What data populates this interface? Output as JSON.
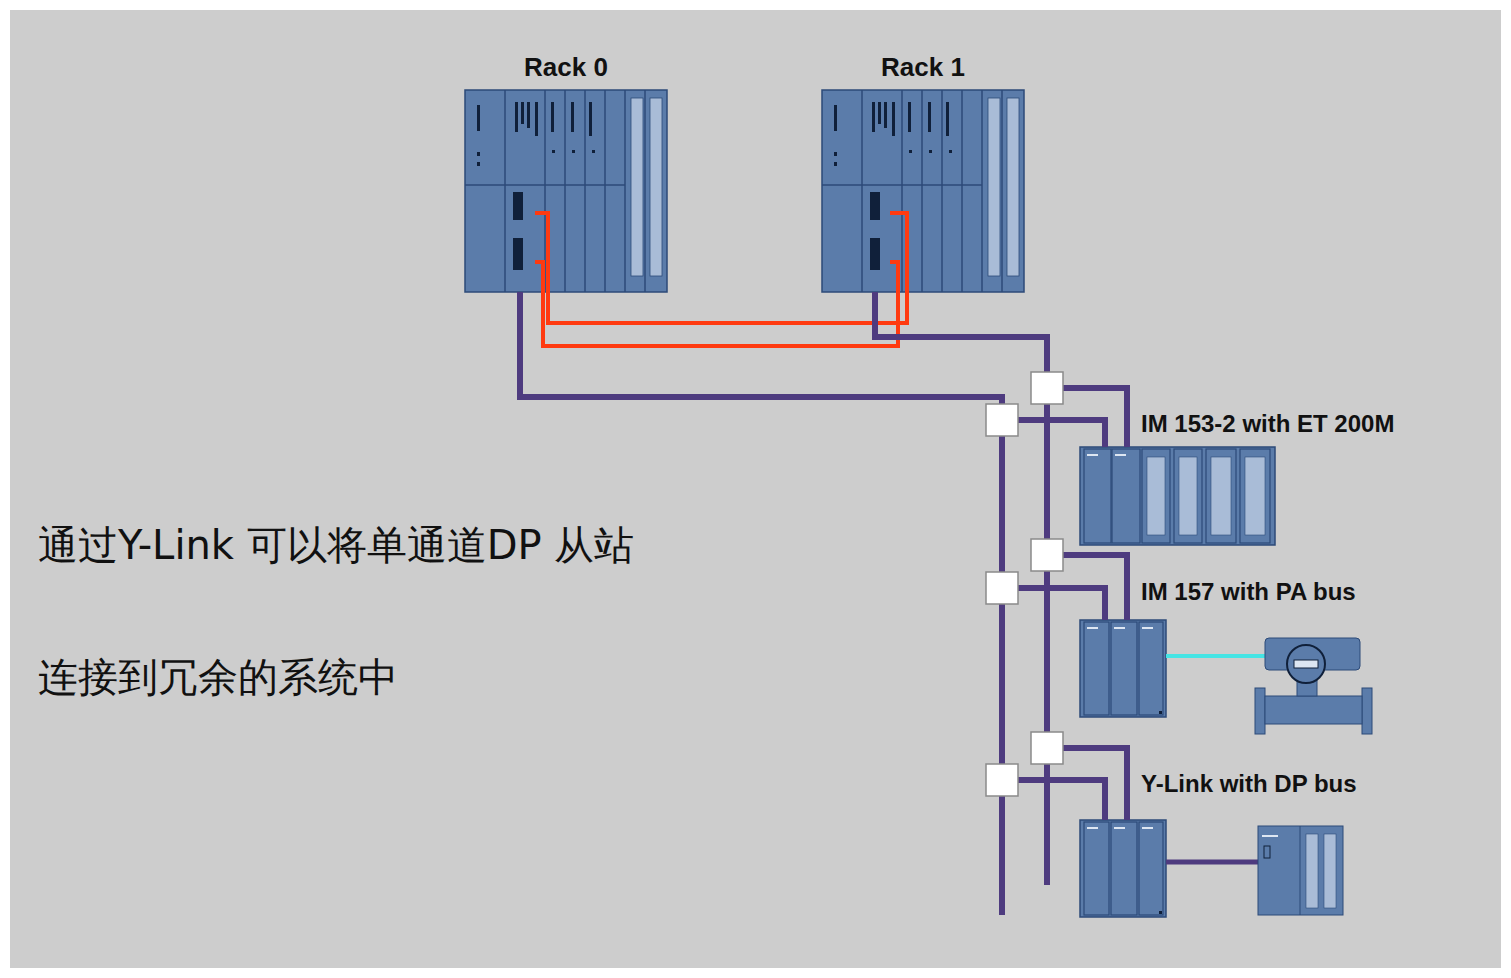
{
  "diagram": {
    "nodes": [
      {
        "text": [
          "Rack 0"
        ]
      },
      {
        "text": [
          "Rack 1"
        ]
      },
      {
        "text": [
          "IM 153-2 with ET 200M"
        ]
      },
      {
        "text": [
          "IM 157 with PA bus"
        ]
      },
      {
        "text": [
          "Y-Link with DP bus"
        ]
      }
    ],
    "edges": [
      {
        "from": 0,
        "to": 1,
        "arrow": "none"
      },
      {
        "from": 0,
        "to": 1,
        "arrow": "none"
      },
      {
        "from": 0,
        "to": 2,
        "arrow": "none"
      },
      {
        "from": 0,
        "to": 3,
        "arrow": "none"
      },
      {
        "from": 0,
        "to": 4,
        "arrow": "none"
      },
      {
        "from": 1,
        "to": 2,
        "arrow": "none"
      },
      {
        "from": 1,
        "to": 3,
        "arrow": "none"
      },
      {
        "from": 1,
        "to": 4,
        "arrow": "none"
      }
    ],
    "labels": [
      "通过Y-Link 可以将单通道DP 从站",
      "连接到冗余的系统中"
    ]
  }
}
